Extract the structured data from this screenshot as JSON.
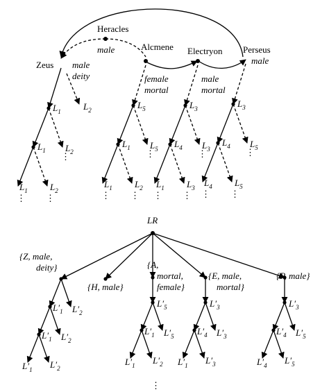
{
  "people": {
    "heracles": "Heracles",
    "zeus": "Zeus",
    "alcmene": "Alcmene",
    "electryon": "Electryon",
    "perseus": "Perseus"
  },
  "edge_labels": {
    "heracles_male": "male",
    "zeus_attr_1": "male",
    "zeus_attr_2": "deity",
    "alcmene_attr_1": "female",
    "alcmene_attr_2": "mortal",
    "electryon_attr_1": "male",
    "electryon_attr_2": "mortal",
    "perseus_attr": "male"
  },
  "tree_labels": {
    "L1": "L",
    "L2": "L",
    "L3": "L",
    "L4": "L",
    "L5": "L",
    "sub1": "1",
    "sub2": "2",
    "sub3": "3",
    "sub4": "4",
    "sub5": "5"
  },
  "bottom": {
    "root": "LR",
    "set_z_1": "{Z, male,",
    "set_z_2": "deity}",
    "set_h": "{H, male}",
    "set_a_1": "{A,",
    "set_a_2": "mortal,",
    "set_a_3": "female}",
    "set_e_1": "{E, male,",
    "set_e_2": "mortal}",
    "set_p": "{P, male}",
    "prime": "′"
  },
  "ellipsis": "⋮"
}
